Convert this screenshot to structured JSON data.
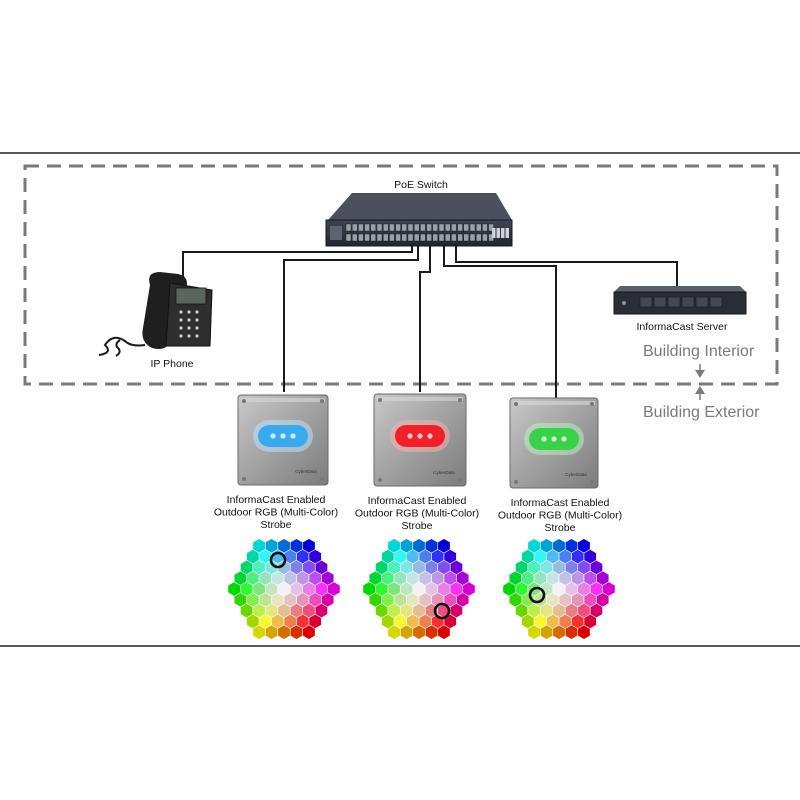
{
  "diagram": {
    "switch_label": "PoE Switch",
    "phone_label": "IP Phone",
    "server_label": "InformaCast Server",
    "zone_interior": "Building Interior",
    "zone_exterior": "Building Exterior",
    "strobes": [
      {
        "line1": "InformaCast Enabled",
        "line2": "Outdoor RGB (Multi-Color)",
        "line3": "Strobe",
        "light_color": "#3aaaf0",
        "glow_color": "#bfe6ff",
        "brand": "CyberData"
      },
      {
        "line1": "InformaCast Enabled",
        "line2": "Outdoor RGB (Multi-Color)",
        "line3": "Strobe",
        "light_color": "#f0202a",
        "glow_color": "#ffb0b0",
        "brand": "CyberData"
      },
      {
        "line1": "InformaCast Enabled",
        "line2": "Outdoor RGB (Multi-Color)",
        "line3": "Strobe",
        "light_color": "#38d24a",
        "glow_color": "#c2f5c6",
        "brand": "CyberData"
      }
    ],
    "colors": {
      "frame": "#222222",
      "dashed": "#7a7a7a",
      "cable": "#1a1a1a",
      "device_dark": "#2c3038",
      "enclosure": "#9a9a9a"
    }
  }
}
